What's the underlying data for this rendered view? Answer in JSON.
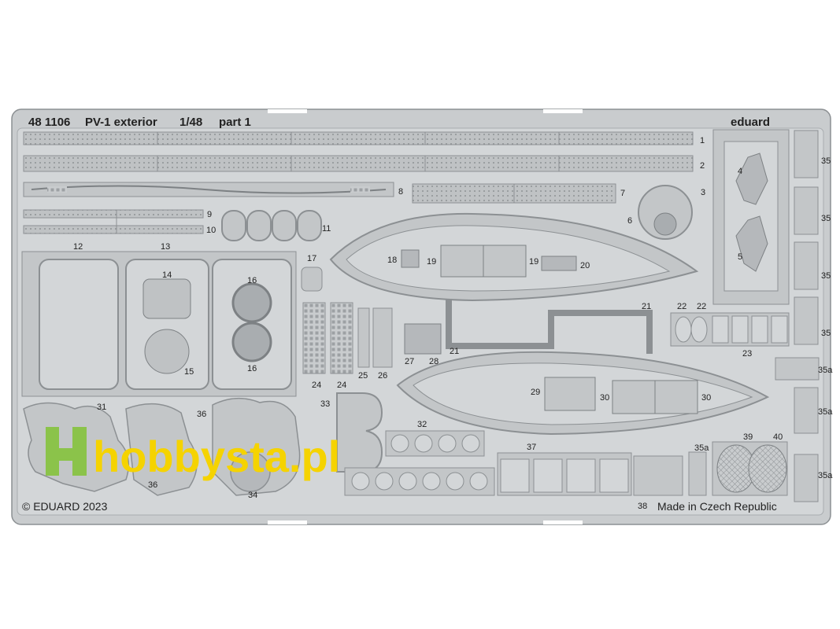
{
  "sheet": {
    "code": "48 1106",
    "product": "PV-1 exterior",
    "scale": "1/48",
    "part": "part 1",
    "brand": "eduard",
    "copyright": "© EDUARD 2023",
    "origin": "Made in Czech Republic",
    "colors": {
      "fret": "#c9ccce",
      "fret_dark": "#a9adb0",
      "frame_edge": "#9a9ea1",
      "watermark_green": "#8bc34a",
      "watermark_yellow": "#f5d300"
    }
  },
  "watermark": {
    "text": "hobbysta.pl",
    "icon": "hobbysta-logo-icon"
  },
  "part_numbers": {
    "p1": "1",
    "p2": "2",
    "p3": "3",
    "p4": "4",
    "p5": "5",
    "p6": "6",
    "p7": "7",
    "p8": "8",
    "p9": "9",
    "p10": "10",
    "p11": "11",
    "p12": "12",
    "p13": "13",
    "p14": "14",
    "p15": "15",
    "p16a": "16",
    "p16b": "16",
    "p17": "17",
    "p18": "18",
    "p19a": "19",
    "p19b": "19",
    "p20": "20",
    "p21a": "21",
    "p21b": "21",
    "p22a": "22",
    "p22b": "22",
    "p23": "23",
    "p24a": "24",
    "p24b": "24",
    "p25": "25",
    "p26": "26",
    "p27": "27",
    "p28": "28",
    "p29": "29",
    "p30a": "30",
    "p30b": "30",
    "p31": "31",
    "p32": "32",
    "p33": "33",
    "p34": "34",
    "p35a": "35",
    "p35b": "35",
    "p35c": "35",
    "p35d": "35",
    "p35e": "35a",
    "p35f": "35a",
    "p35g": "35a",
    "p35h": "35a",
    "p36a": "36",
    "p36b": "36",
    "p37": "37",
    "p38": "38",
    "p39": "39",
    "p40": "40"
  }
}
